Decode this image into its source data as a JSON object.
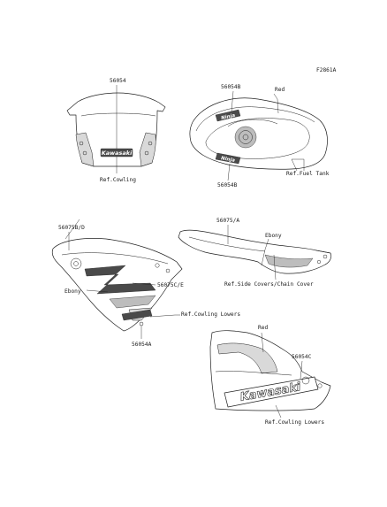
{
  "figure_code": "F2861A",
  "windshield": {
    "part_number": "56054",
    "ref": "Ref.Cowling",
    "logo_text": "Kawasaki"
  },
  "fuel_tank": {
    "part_top": "56054B",
    "part_bottom": "56054B",
    "color": "Red",
    "ref": "Ref.Fuel Tank",
    "badge_text": "Ninja"
  },
  "side_cover": {
    "part_number": "56075/A",
    "color": "Ebony",
    "ref": "Ref.Side Covers/Chain Cover"
  },
  "upper_cowl": {
    "part_top": "56075B/D",
    "part_stripe": "56075C/E",
    "color": "Ebony",
    "part_bottom": "56054A",
    "ref": "Ref.Cowling Lowers"
  },
  "lower_cowl": {
    "color": "Red",
    "part_number": "56054C",
    "ref": "Ref.Cowling Lowers",
    "logo_text": "Kawasaki"
  }
}
